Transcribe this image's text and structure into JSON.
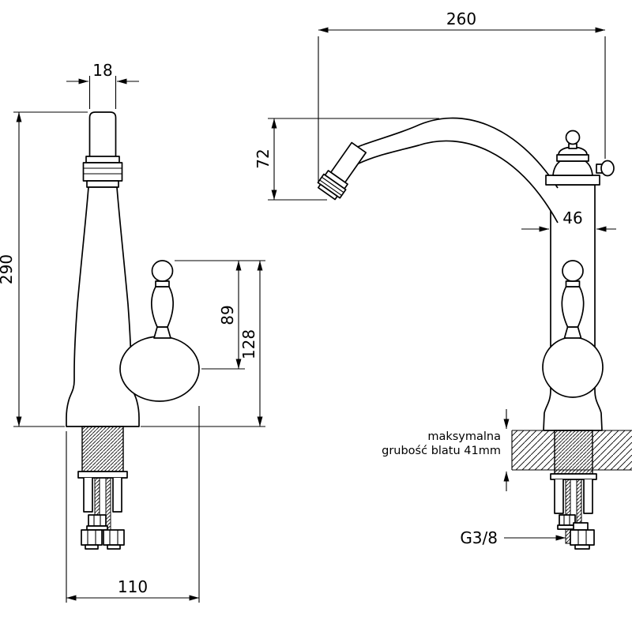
{
  "page": {
    "background": "#ffffff",
    "line_color": "#000000"
  },
  "front_view": {
    "spout_width": "18",
    "total_height": "290",
    "handle_pivot_height": "89",
    "handle_top_height": "128",
    "base_width": "110"
  },
  "side_view": {
    "spout_reach": "260",
    "spout_height": "72",
    "body_width": "46",
    "counter_note_line1": "maksymalna",
    "counter_note_line2": "grubość blatu 41mm",
    "connection_thread": "G3/8"
  }
}
